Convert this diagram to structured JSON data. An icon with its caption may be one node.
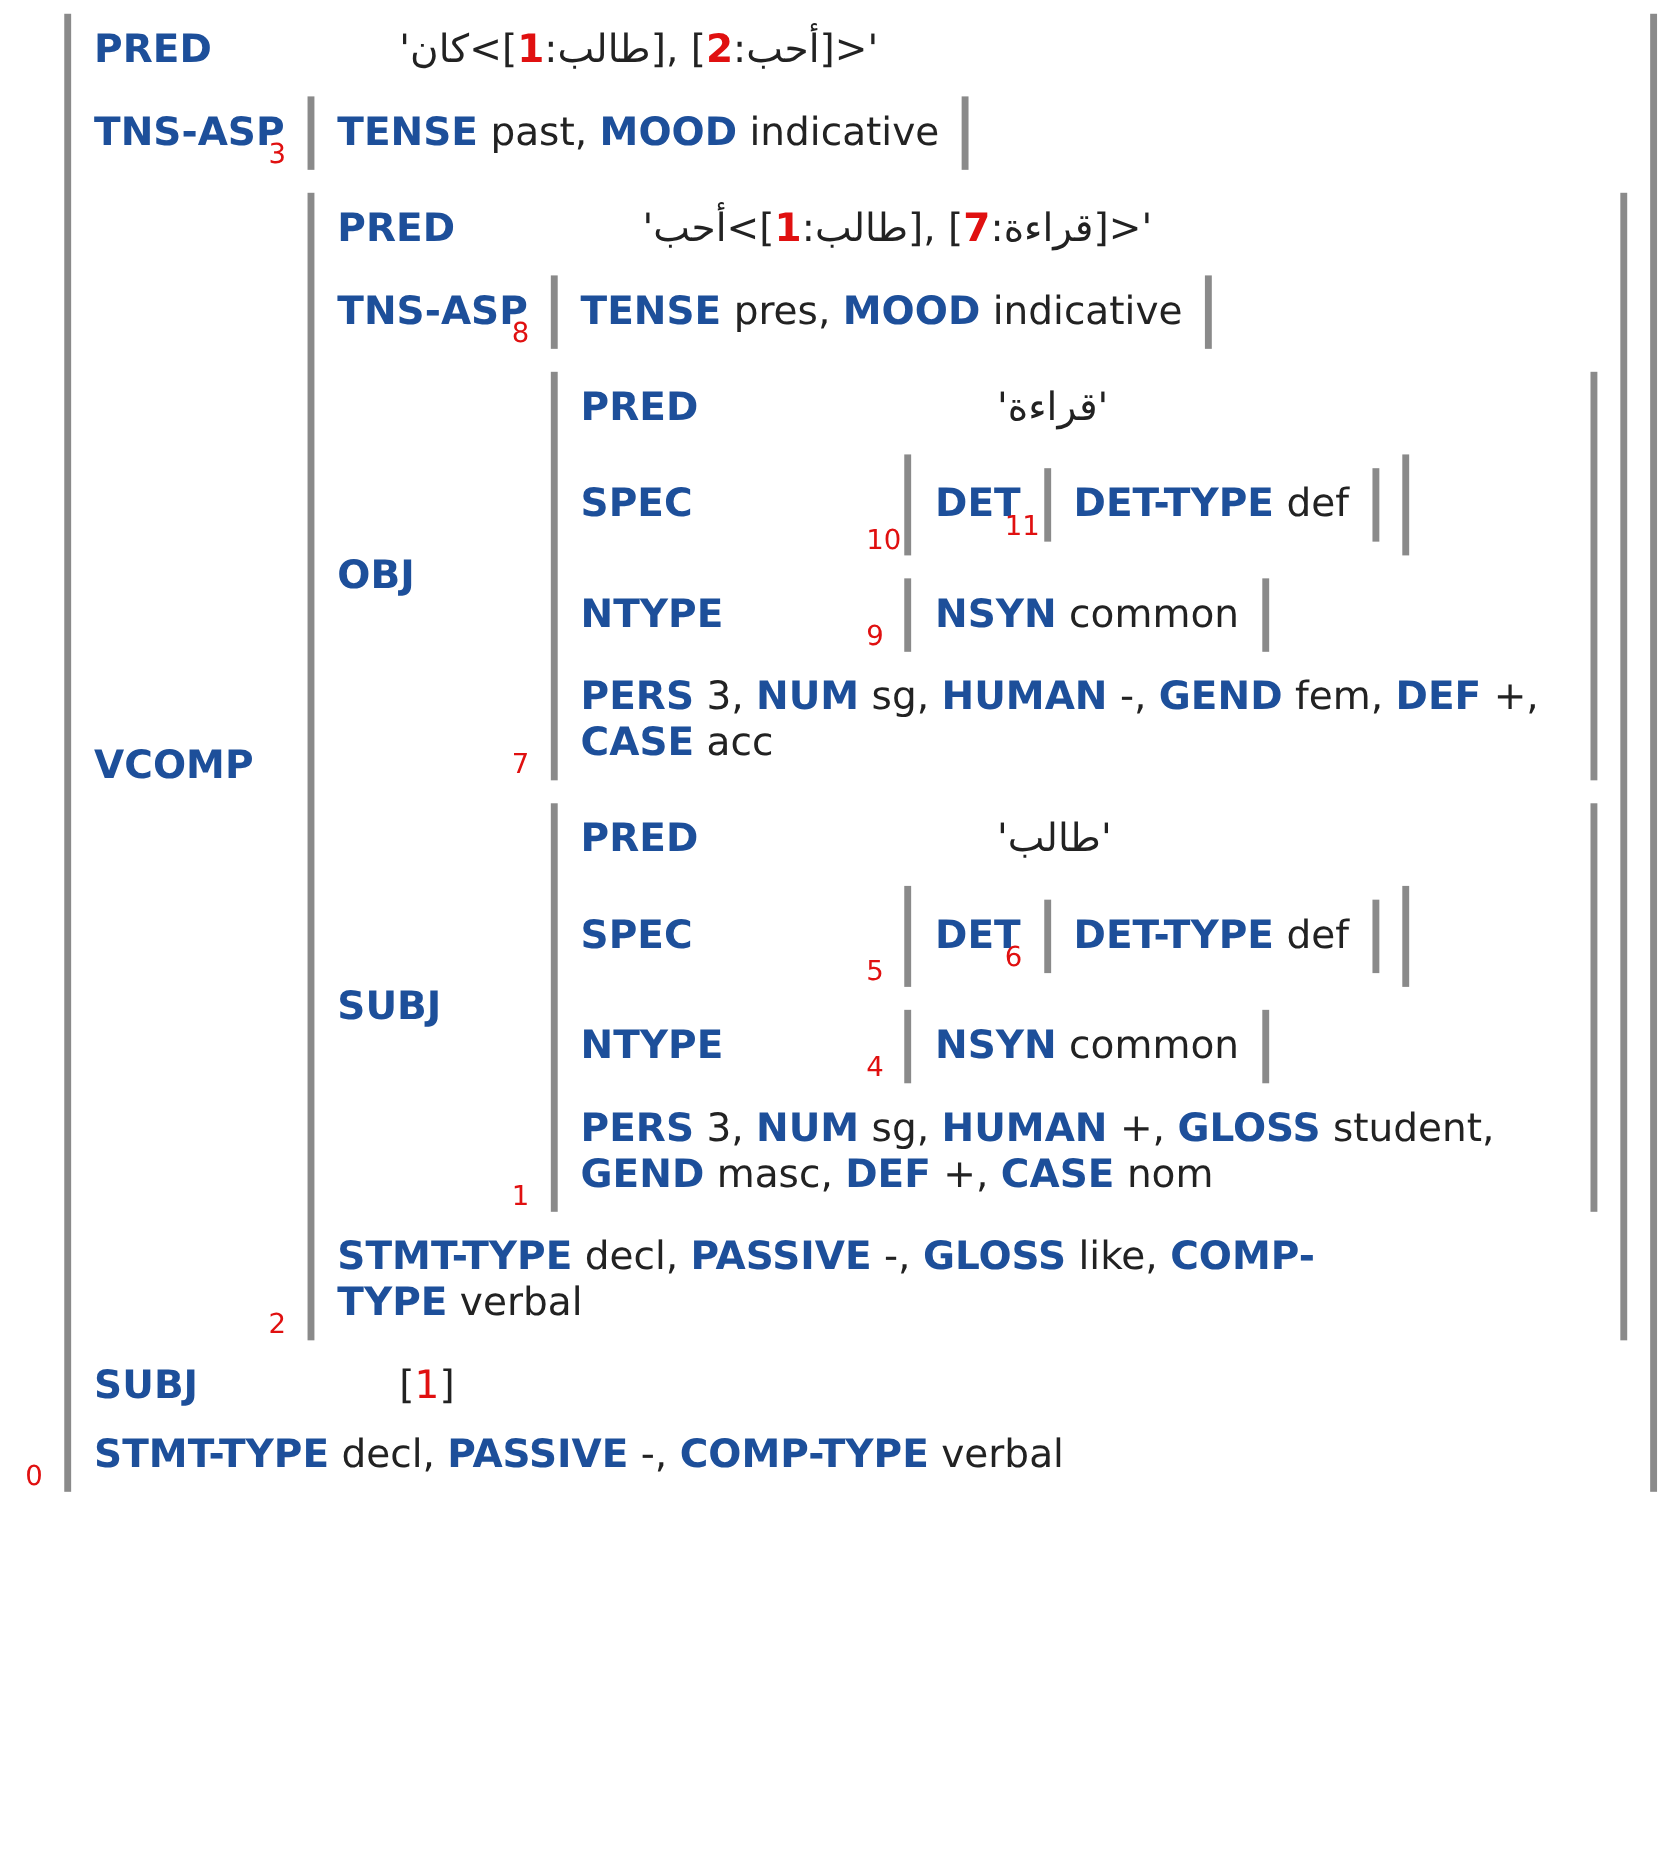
{
  "diagram": {
    "nodes": [
      {
        "text": [
          "PRED",
          "'كان<[**1**:طالب], [**2**:أحب]>'",
          "TNS-ASP",
          "VCOMP",
          "SUBJ",
          "[**1**]",
          "**STMT-TYPE** decl, **PASSIVE** -, **COMP-TYPE** verbal"
        ],
        "beside": [
          "0"
        ]
      },
      {
        "text": [
          "**TENSE** past, **MOOD** indicative"
        ],
        "beside": [
          "3"
        ],
        "in": 0
      },
      {
        "text": [
          "PRED",
          "'أحب<[**1**:طالب], [**7**:قراءة]>'",
          "TNS-ASP",
          "OBJ",
          "SUBJ",
          "**STMT-TYPE** decl, **PASSIVE** -, **GLOSS** like, **COMP-TYPE** verbal"
        ],
        "beside": [
          "2"
        ],
        "in": 0
      },
      {
        "text": [
          "**TENSE** pres, **MOOD** indicative"
        ],
        "beside": [
          "8"
        ],
        "in": 2
      },
      {
        "text": [
          "PRED",
          "'قراءة'",
          "SPEC",
          "NTYPE",
          "**PERS** 3, **NUM** sg, **HUMAN** -, **GEND** fem, **DEF** +, **CASE** acc"
        ],
        "beside": [
          "7"
        ],
        "in": 2
      },
      {
        "text": [
          "DET"
        ],
        "beside": [
          "10"
        ],
        "in": 4
      },
      {
        "text": [
          "**DET-TYPE** def"
        ],
        "beside": [
          "11"
        ],
        "in": 5
      },
      {
        "text": [
          "**NSYN** common"
        ],
        "beside": [
          "9"
        ],
        "in": 4
      },
      {
        "text": [
          "PRED",
          "'طالب'",
          "SPEC",
          "NTYPE",
          "**PERS** 3, **NUM** sg, **HUMAN** +, **GLOSS** student, **GEND** masc, **DEF** +, **CASE** nom"
        ],
        "beside": [
          "1"
        ],
        "in": 2
      },
      {
        "text": [
          "DET"
        ],
        "beside": [
          "5"
        ],
        "in": 8
      },
      {
        "text": [
          "**DET-TYPE** def"
        ],
        "beside": [
          "6"
        ],
        "in": 9
      },
      {
        "text": [
          "**NSYN** common"
        ],
        "beside": [
          "4"
        ],
        "in": 8
      }
    ]
  }
}
